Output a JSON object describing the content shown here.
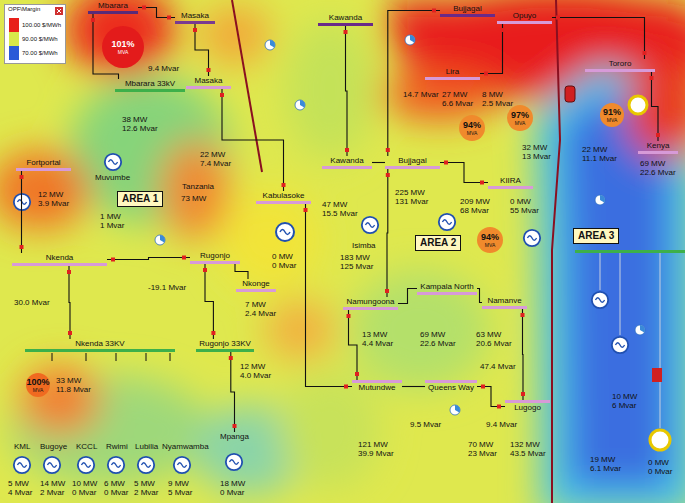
{
  "diagram": {
    "nodes": [
      {
        "text": [
          "Mbarara"
        ]
      },
      {
        "text": [
          "101%",
          "MVA"
        ]
      },
      {
        "text": [
          "Masaka"
        ]
      },
      {
        "text": [
          "Kawanda"
        ]
      },
      {
        "text": [
          "Bujjagal"
        ]
      },
      {
        "text": [
          "Opuyo"
        ]
      },
      {
        "text": [
          "Lira"
        ]
      },
      {
        "text": [
          "94%",
          "MVA"
        ]
      },
      {
        "text": [
          "97%",
          "MVA"
        ]
      },
      {
        "text": [
          "Tororo"
        ]
      },
      {
        "text": [
          "91%",
          "MVA"
        ]
      },
      {
        "text": [
          "Mbarara 33kV"
        ]
      },
      {
        "text": [
          "Masaka"
        ]
      },
      {
        "text": [
          "Kenya"
        ]
      },
      {
        "text": [
          "Kawanda"
        ]
      },
      {
        "text": [
          "Bujjagal"
        ]
      },
      {
        "text": [
          "KIIRA"
        ]
      },
      {
        "text": [
          "Fortportal"
        ]
      },
      {
        "text": [
          "Muvumbe"
        ]
      },
      {
        "text": [
          "Tanzania"
        ]
      },
      {
        "text": [
          "AREA 1"
        ]
      },
      {
        "text": [
          "Kabulasoke"
        ]
      },
      {
        "text": [
          "AREA 2"
        ]
      },
      {
        "text": [
          "AREA 3"
        ]
      },
      {
        "text": [
          "94%",
          "MVA"
        ]
      },
      {
        "text": [
          "Isimba"
        ]
      },
      {
        "text": [
          "Nkenda"
        ]
      },
      {
        "text": [
          "Rugonjo"
        ]
      },
      {
        "text": [
          "Nkonge"
        ]
      },
      {
        "text": [
          "Kampala North"
        ]
      },
      {
        "text": [
          "Namanve"
        ]
      },
      {
        "text": [
          "Namungoona"
        ]
      },
      {
        "text": [
          "Nkenda 33KV"
        ]
      },
      {
        "text": [
          "100%",
          "MVA"
        ]
      },
      {
        "text": [
          "Rugonjo 33KV"
        ]
      },
      {
        "text": [
          "Mutundwe"
        ]
      },
      {
        "text": [
          "Queens Way"
        ]
      },
      {
        "text": [
          "Lugogo"
        ]
      },
      {
        "text": [
          "KML"
        ]
      },
      {
        "text": [
          "Bugoye"
        ]
      },
      {
        "text": [
          "KCCL"
        ]
      },
      {
        "text": [
          "Rwimi"
        ]
      },
      {
        "text": [
          "Lubilia"
        ]
      },
      {
        "text": [
          "Nyamwamba"
        ]
      },
      {
        "text": [
          "Mpanga"
        ]
      }
    ],
    "edges": [
      {
        "from": 0,
        "to": 2,
        "arrow": "none"
      },
      {
        "from": 0,
        "to": 11,
        "arrow": "none"
      },
      {
        "from": 2,
        "to": 12,
        "arrow": "none"
      },
      {
        "from": 12,
        "to": 21,
        "arrow": "none"
      },
      {
        "from": 26,
        "to": 27,
        "arrow": "none"
      },
      {
        "from": 27,
        "to": 28,
        "arrow": "none"
      },
      {
        "from": 26,
        "to": 32,
        "arrow": "none"
      },
      {
        "from": 27,
        "to": 34,
        "arrow": "none"
      },
      {
        "from": 17,
        "to": 26,
        "arrow": "none"
      },
      {
        "from": 3,
        "to": 14,
        "arrow": "none"
      },
      {
        "from": 4,
        "to": 15,
        "arrow": "none"
      },
      {
        "from": 14,
        "to": 15,
        "arrow": "none"
      },
      {
        "from": 15,
        "to": 31,
        "arrow": "none"
      },
      {
        "from": 15,
        "to": 16,
        "arrow": "none"
      },
      {
        "from": 31,
        "to": 29,
        "arrow": "none"
      },
      {
        "from": 29,
        "to": 30,
        "arrow": "none"
      },
      {
        "from": 31,
        "to": 35,
        "arrow": "none"
      },
      {
        "from": 35,
        "to": 36,
        "arrow": "none"
      },
      {
        "from": 36,
        "to": 37,
        "arrow": "none"
      },
      {
        "from": 37,
        "to": 30,
        "arrow": "none"
      },
      {
        "from": 21,
        "to": 35,
        "arrow": "none"
      },
      {
        "from": 5,
        "to": 6,
        "arrow": "none"
      },
      {
        "from": 5,
        "to": 9,
        "arrow": "none"
      },
      {
        "from": 9,
        "to": 13,
        "arrow": "none"
      },
      {
        "from": 34,
        "to": 44,
        "arrow": "none"
      }
    ],
    "labels": [
      "OPF\\Margin",
      "9.4 Mvar",
      "38 MW 12.6 Mvar",
      "22 MW 7.4 Mvar",
      "73 MW",
      "1 MW 1 Mvar",
      "12 MW 3.9 Mvar",
      "0 MW 0 Mvar",
      "47 MW 15.5 Mvar",
      "225 MW 131 Mvar",
      "183 MW 125 Mvar",
      "209 MW 68 Mvar",
      "0 MW 55 Mvar",
      "14.7 Mvar",
      "27 MW 6.6 Mvar",
      "8 MW 2.5 Mvar",
      "32 MW 13 Mvar",
      "22 MW 11.1 Mvar",
      "69 MW 22.6 Mvar",
      "30.0 Mvar",
      "-19.1 Mvar",
      "7 MW 2.4 Mvar",
      "33 MW 11.8 Mvar",
      "12 MW 4.0 Mvar",
      "5 MW 4 Mvar",
      "14 MW 2 Mvar",
      "10 MW 0 Mvar",
      "6 MW 0 Mvar",
      "5 MW 2 Mvar",
      "9 MW 5 Mvar",
      "18 MW 0 Mvar",
      "13 MW 4.4 Mvar",
      "69 MW 22.6 Mvar",
      "63 MW 20.6 Mvar",
      "47.4 Mvar",
      "121 MW 39.9 Mvar",
      "9.5 Mvar",
      "70 MW 23 Mvar",
      "132 MW 43.5 Mvar",
      "9.4 Mvar",
      "19 MW 6.1 Mvar",
      "10 MW 6 Mvar",
      "0 MW 0 Mvar"
    ],
    "legend": [
      {
        "text": "100.00 $/MWh",
        "color": "#e8201a"
      },
      {
        "text": "90.00 $/MWh",
        "color": "#d8e84a"
      },
      {
        "text": "70.00 $/MWh",
        "color": "#2a5ad8"
      }
    ]
  }
}
